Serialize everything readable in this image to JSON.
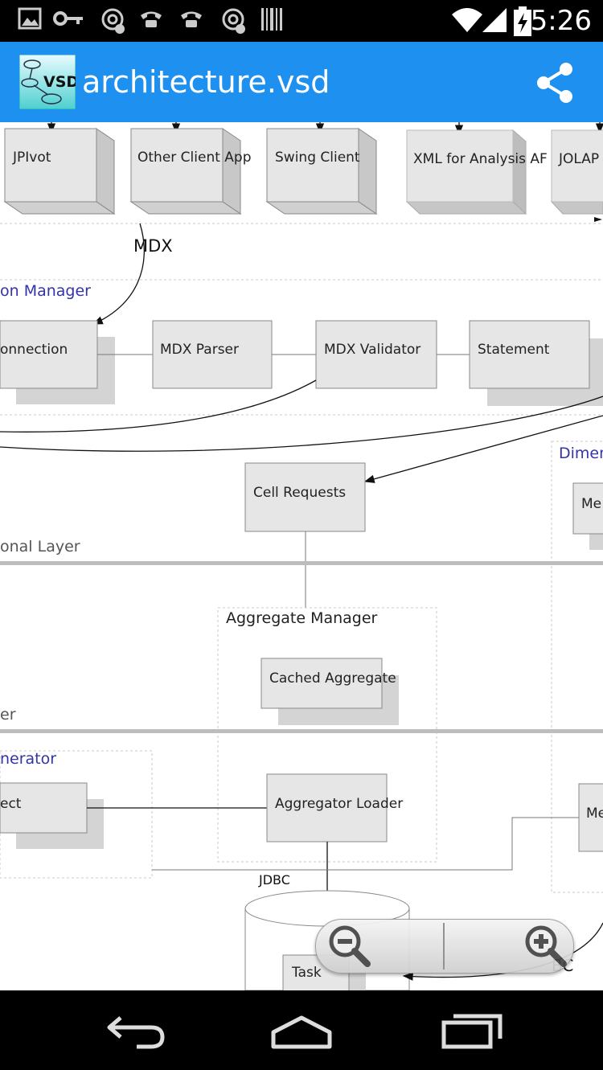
{
  "status_bar": {
    "time": "5:26",
    "icons": [
      "image-icon",
      "key-icon",
      "voicemail-icon",
      "phone-icon",
      "phone-icon",
      "voicemail-icon",
      "barcode-icon",
      "wifi-icon",
      "signal-icon",
      "battery-charging-icon"
    ]
  },
  "app_bar": {
    "title": "architecture.vsd",
    "logo_text": "VSD",
    "share_icon": "share-icon",
    "color": "#1e90f0"
  },
  "diagram": {
    "clients": [
      "JPIvot",
      "Other Client App",
      "Swing Client",
      "XML for Analysis AF",
      "JOLAP"
    ],
    "mdx_label": "MDX",
    "sections": {
      "connection_manager": "on Manager",
      "dimensional_layer": "onal Layer",
      "star_layer": "er",
      "sql_generator": "nerator",
      "dimension": "Dimen"
    },
    "nodes": {
      "connection": "onnection",
      "mdx_parser": "MDX Parser",
      "mdx_validator": "MDX Validator",
      "statement": "Statement",
      "cell_requests": "Cell Requests",
      "member_top": "Me",
      "aggregate_manager": "Aggregate Manager",
      "cached_aggregate": "Cached Aggregate",
      "select": "ect",
      "aggregator_loader": "Aggregator Loader",
      "member_bottom": "Me",
      "task": "Task"
    },
    "jdbc_label": "JDBC",
    "jdbc_label_right": "BC",
    "accent_text_color": "#3333aa"
  },
  "zoom": {
    "zoom_out_icon": "zoom-out-icon",
    "zoom_in_icon": "zoom-in-icon"
  },
  "nav_bar": {
    "buttons": [
      "back-icon",
      "home-icon",
      "recent-apps-icon"
    ]
  }
}
